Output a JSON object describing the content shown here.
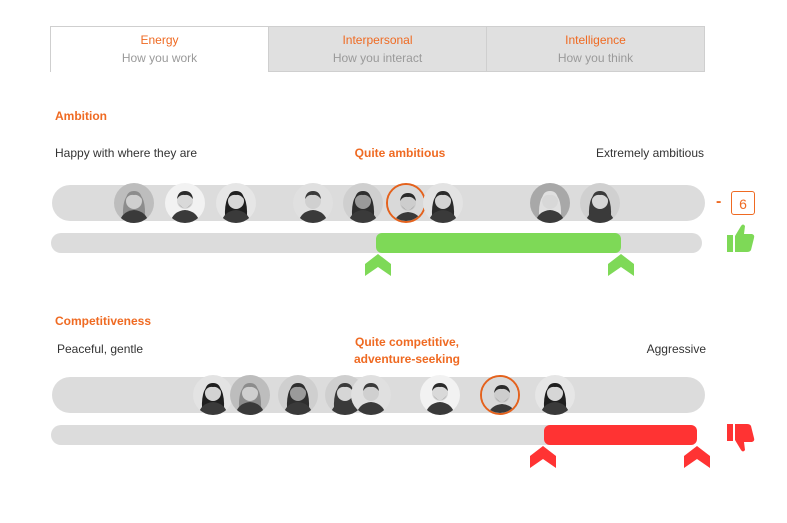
{
  "tabs": [
    {
      "title": "Energy",
      "subtitle": "How you work"
    },
    {
      "title": "Interpersonal",
      "subtitle": "How you interact"
    },
    {
      "title": "Intelligence",
      "subtitle": "How you think"
    }
  ],
  "ambition": {
    "title": "Ambition",
    "left_label": "Happy with where they are",
    "mid_label": "Quite ambitious",
    "right_label": "Extremely ambitious",
    "score_dash": "-",
    "score": "6",
    "fill_color": "#7ed957",
    "icon": "thumbs-up-icon"
  },
  "competitiveness": {
    "title": "Competitiveness",
    "left_label": "Peaceful, gentle",
    "mid_label_1": "Quite competitive,",
    "mid_label_2": "adventure-seeking",
    "right_label": "Aggressive",
    "fill_color": "#ff3333",
    "icon": "thumbs-down-icon"
  },
  "colors": {
    "accent": "#ef6a22",
    "track": "#dcdcdc"
  }
}
